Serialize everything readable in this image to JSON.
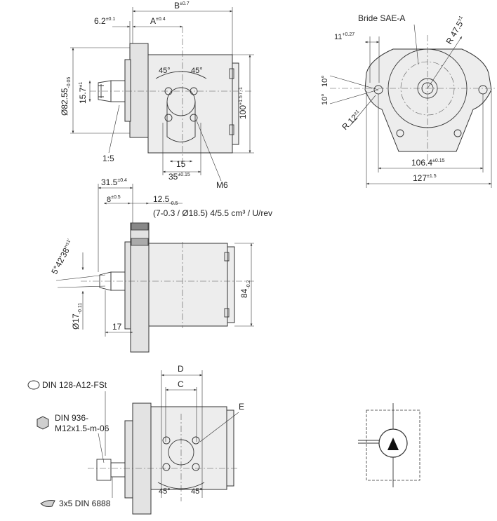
{
  "colors": {
    "line": "#333333",
    "body_fill": "#ededed",
    "background": "#ffffff"
  },
  "labels": {
    "B": "B",
    "B_tol": "±0.7",
    "d62": "6.2",
    "d62_tol": "±0.1",
    "A": "A",
    "A_tol": "±0.4",
    "bride": "Bride SAE-A",
    "r475": "R 47.5",
    "r475_tol": "±1",
    "d11": "11",
    "d11_tol": "+0.27",
    "ang45a": "45°",
    "ang45b": "45°",
    "d8255": "Ø82.55",
    "d8255_tol": "-0.05",
    "d157": "15.7",
    "d157_tol": "±1",
    "d100": "100",
    "d100_tol": "+1.5 / -1",
    "ratio": "1:5",
    "d15": "15",
    "d35": "35",
    "d35_tol": "±0.15",
    "m6": "M6",
    "ang10a": "10°",
    "ang10b": "10°",
    "r12": "R 12",
    "r12_tol": "±1",
    "d1064": "106.4",
    "d1064_tol": "±0.15",
    "d127": "127",
    "d127_tol": "±1.5",
    "d315": "31.5",
    "d315_tol": "±0.4",
    "d8": "8",
    "d8_tol": "±0.5",
    "d125": "12.5",
    "d125_tol": "-0.5",
    "displacement": "(7-0.3 / Ø18.5) 4/5.5 cm³ / U/rev",
    "taper": "5°42'38\"",
    "taper_tol": "±1'",
    "d84": "84",
    "d84_tol": "-0.2",
    "d17": "Ø17",
    "d17_tol": "-0.11",
    "d17b": "17",
    "D": "D",
    "C": "C",
    "E": "E",
    "din128": "DIN 128-A12-FSt",
    "din936_1": "DIN 936-",
    "din936_2": "M12x1.5-m-06",
    "din6888": "3x5 DIN 6888",
    "ang45c": "45°",
    "ang45d": "45°"
  }
}
